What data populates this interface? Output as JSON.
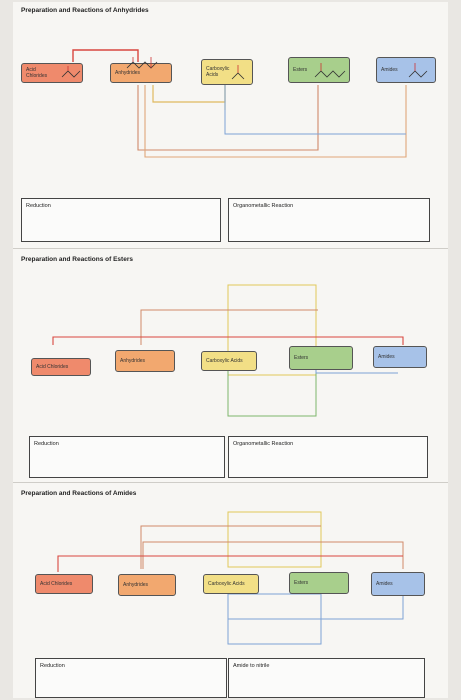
{
  "sections": [
    {
      "title": "Preparation and Reactions of Anhydrides",
      "boxes": [
        "Acid Chlorides",
        "Anhydrides",
        "Carboxylic Acids",
        "Esters",
        "Amides"
      ],
      "panels": [
        "Reduction",
        "Organometallic Reaction"
      ]
    },
    {
      "title": "Preparation and Reactions of Esters",
      "boxes": [
        "Acid Chlorides",
        "Anhydrides",
        "Carboxylic Acids",
        "Esters",
        "Amides"
      ],
      "panels": [
        "Reduction",
        "Organometallic Reaction"
      ]
    },
    {
      "title": "Preparation and Reactions of Amides",
      "boxes": [
        "Acid Chlorides",
        "Anhydrides",
        "Carboxylic Acids",
        "Esters",
        "Amides"
      ],
      "panels": [
        "Reduction",
        "Amide to nitrile"
      ]
    }
  ],
  "colors": {
    "acid_chloride": "#ef8a6c",
    "anhydride": "#f2a86f",
    "carboxylic_acid": "#f2df86",
    "ester": "#a8cf8c",
    "amide": "#a7c2e8",
    "line_red": "#d9473f",
    "line_yellow": "#e0c85a",
    "line_green": "#7db66b",
    "line_blue": "#7ea3d6"
  },
  "icons": [
    "skeletal-structure-icon"
  ]
}
